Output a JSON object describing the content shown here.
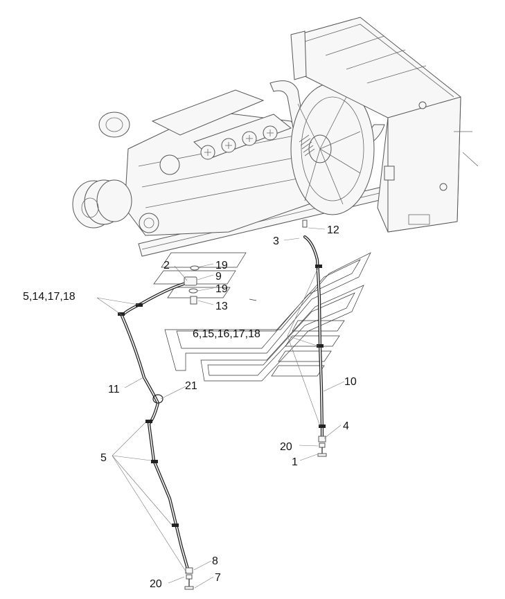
{
  "labels": {
    "l12": "12",
    "l3": "3",
    "l2": "2",
    "l19a": "19",
    "l9": "9",
    "l19b": "19",
    "l13": "13",
    "l5_14_17_18": "5,14,17,18",
    "l6_15_16_17_18": "6,15,16,17,18",
    "l11": "11",
    "l21": "21",
    "l10": "10",
    "l4": "4",
    "l20a": "20",
    "l1": "1",
    "l5": "5",
    "l8": "8",
    "l20b": "20",
    "l7": "7"
  }
}
